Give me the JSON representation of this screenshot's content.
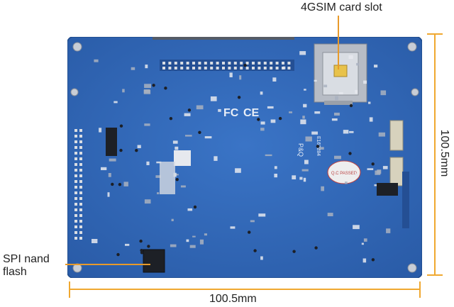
{
  "labels": {
    "sim_slot": "4GSIM card slot",
    "spi_flash": "SPI nand flash",
    "width": "100.5mm",
    "height": "100.5mm"
  },
  "silkscreen": {
    "fc_mark": "FC",
    "ce_mark": "CE",
    "qc_stamp": "Q.C PASSED",
    "board_code": "E162284",
    "logo_text": "P&Q"
  },
  "colors": {
    "board_blue": "#2d63b3",
    "dimension_line": "#f0a830",
    "annotation_line": "#e89a2a"
  }
}
